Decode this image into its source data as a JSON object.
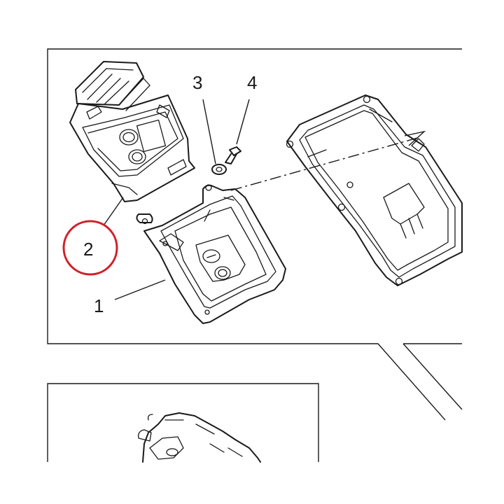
{
  "callouts": {
    "c1": "1",
    "c2": "2",
    "c3": "3",
    "c4": "4"
  },
  "highlight": {
    "target": "2",
    "color": "#d0202a"
  },
  "colors": {
    "line": "#1a1a1a",
    "background": "#ffffff"
  }
}
